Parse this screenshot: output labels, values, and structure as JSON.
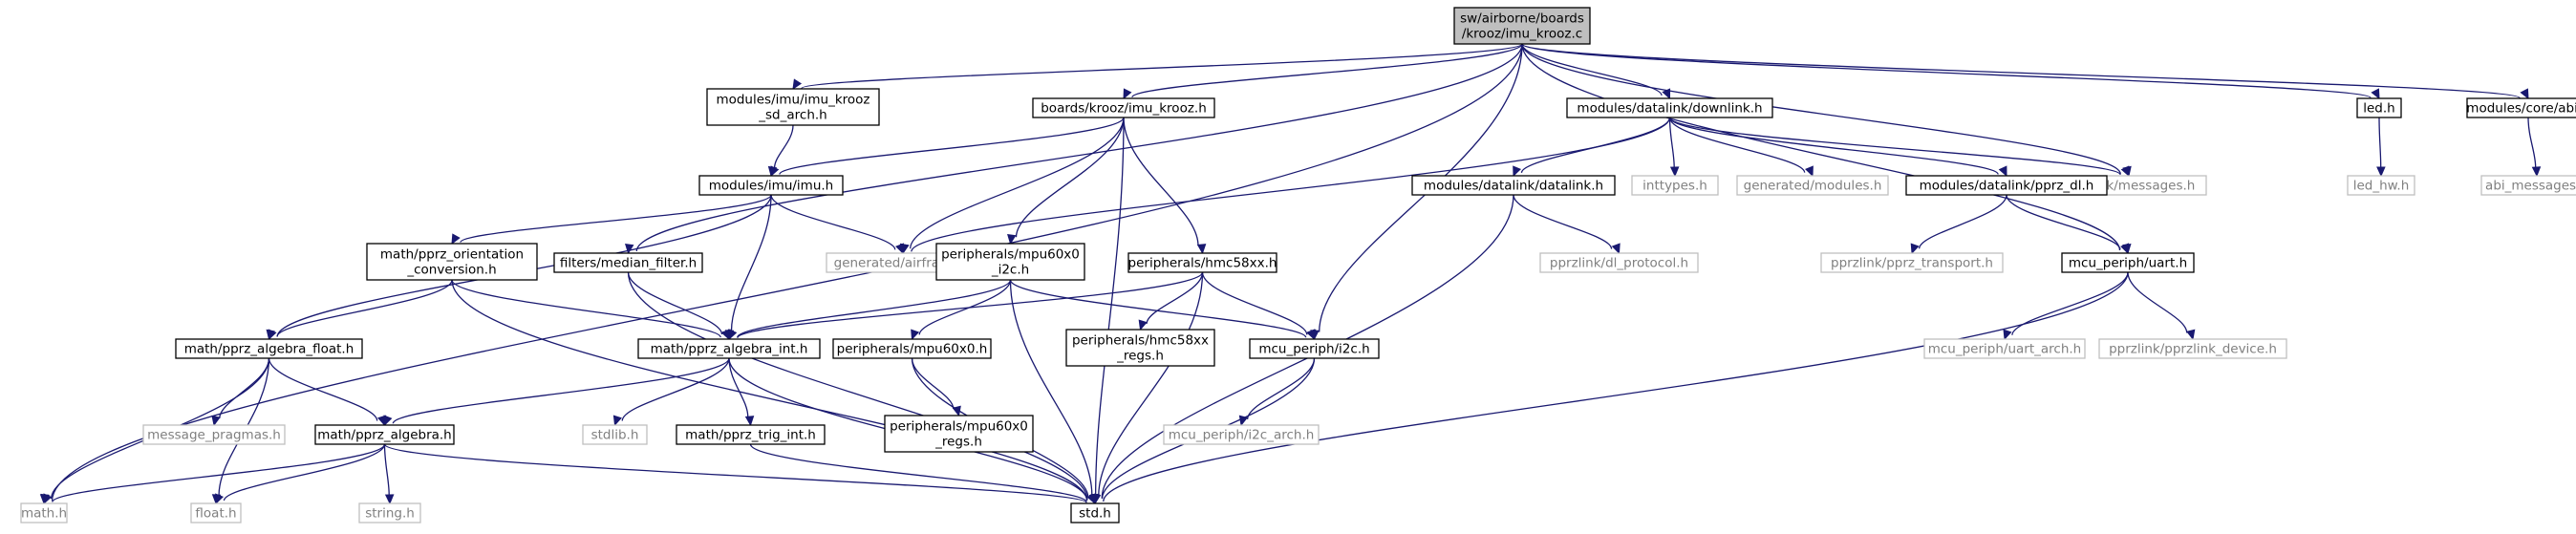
{
  "diagram": {
    "type": "include-dependency-graph",
    "colors": {
      "edge": "#191970",
      "root_fill": "#bfbfbf",
      "node_fill": "#ffffff",
      "node_border": "#000000",
      "missing_border": "#bfbfbf",
      "missing_text": "#808080",
      "text": "#000000"
    },
    "nodes": [
      {
        "id": "root",
        "lines": [
          "sw/airborne/boards",
          "/krooz/imu_krooz.c"
        ],
        "style": "root"
      },
      {
        "id": "math_h",
        "lines": [
          "math.h"
        ],
        "style": "missing"
      },
      {
        "id": "median_filter",
        "lines": [
          "filters/median_filter.h"
        ],
        "style": "normal"
      },
      {
        "id": "imu_krooz_sd_arch",
        "lines": [
          "modules/imu/imu_krooz",
          "_sd_arch.h"
        ],
        "style": "normal"
      },
      {
        "id": "boards_imu_krooz",
        "lines": [
          "boards/krooz/imu_krooz.h"
        ],
        "style": "normal"
      },
      {
        "id": "downlink",
        "lines": [
          "modules/datalink/downlink.h"
        ],
        "style": "normal"
      },
      {
        "id": "messages_h",
        "lines": [
          "pprzlink/messages.h"
        ],
        "style": "missing"
      },
      {
        "id": "mcu_uart",
        "lines": [
          "mcu_periph/uart.h"
        ],
        "style": "normal"
      },
      {
        "id": "led_h",
        "lines": [
          "led.h"
        ],
        "style": "normal"
      },
      {
        "id": "abi_h",
        "lines": [
          "modules/core/abi.h"
        ],
        "style": "normal"
      },
      {
        "id": "imu_h",
        "lines": [
          "modules/imu/imu.h"
        ],
        "style": "normal"
      },
      {
        "id": "generated_airframe",
        "lines": [
          "generated/airframe.h"
        ],
        "style": "missing"
      },
      {
        "id": "mpu60x0_i2c",
        "lines": [
          "peripherals/mpu60x0",
          "_i2c.h"
        ],
        "style": "normal"
      },
      {
        "id": "hmc58xx",
        "lines": [
          "peripherals/hmc58xx.h"
        ],
        "style": "normal"
      },
      {
        "id": "datalink_h",
        "lines": [
          "modules/datalink/datalink.h"
        ],
        "style": "normal"
      },
      {
        "id": "inttypes_h",
        "lines": [
          "inttypes.h"
        ],
        "style": "missing"
      },
      {
        "id": "generated_modules",
        "lines": [
          "generated/modules.h"
        ],
        "style": "missing"
      },
      {
        "id": "pprz_dl",
        "lines": [
          "modules/datalink/pprz_dl.h"
        ],
        "style": "normal"
      },
      {
        "id": "led_hw",
        "lines": [
          "led_hw.h"
        ],
        "style": "missing"
      },
      {
        "id": "abi_messages",
        "lines": [
          "abi_messages.h"
        ],
        "style": "missing"
      },
      {
        "id": "orientation_conv",
        "lines": [
          "math/pprz_orientation",
          "_conversion.h"
        ],
        "style": "normal"
      },
      {
        "id": "algebra_float",
        "lines": [
          "math/pprz_algebra_float.h"
        ],
        "style": "normal"
      },
      {
        "id": "algebra_int",
        "lines": [
          "math/pprz_algebra_int.h"
        ],
        "style": "normal"
      },
      {
        "id": "mcu_i2c",
        "lines": [
          "mcu_periph/i2c.h"
        ],
        "style": "normal"
      },
      {
        "id": "mpu60x0_h",
        "lines": [
          "peripherals/mpu60x0.h"
        ],
        "style": "normal"
      },
      {
        "id": "hmc58xx_regs",
        "lines": [
          "peripherals/hmc58xx",
          "_regs.h"
        ],
        "style": "normal"
      },
      {
        "id": "dl_protocol",
        "lines": [
          "pprzlink/dl_protocol.h"
        ],
        "style": "missing"
      },
      {
        "id": "pprz_transport",
        "lines": [
          "pprzlink/pprz_transport.h"
        ],
        "style": "missing"
      },
      {
        "id": "uart_arch",
        "lines": [
          "mcu_periph/uart_arch.h"
        ],
        "style": "missing"
      },
      {
        "id": "pprzlink_device",
        "lines": [
          "pprzlink/pprzlink_device.h"
        ],
        "style": "missing"
      },
      {
        "id": "message_pragmas",
        "lines": [
          "message_pragmas.h"
        ],
        "style": "missing"
      },
      {
        "id": "stdlib_h",
        "lines": [
          "stdlib.h"
        ],
        "style": "missing"
      },
      {
        "id": "trig_int",
        "lines": [
          "math/pprz_trig_int.h"
        ],
        "style": "normal"
      },
      {
        "id": "algebra_h",
        "lines": [
          "math/pprz_algebra.h"
        ],
        "style": "normal"
      },
      {
        "id": "mpu60x0_regs",
        "lines": [
          "peripherals/mpu60x0",
          "_regs.h"
        ],
        "style": "normal"
      },
      {
        "id": "i2c_arch",
        "lines": [
          "mcu_periph/i2c_arch.h"
        ],
        "style": "missing"
      },
      {
        "id": "float_h",
        "lines": [
          "float.h"
        ],
        "style": "missing"
      },
      {
        "id": "string_h",
        "lines": [
          "string.h"
        ],
        "style": "missing"
      },
      {
        "id": "std_h",
        "lines": [
          "std.h"
        ],
        "style": "normal"
      }
    ],
    "edges": [
      [
        "root",
        "math_h"
      ],
      [
        "root",
        "median_filter"
      ],
      [
        "root",
        "imu_krooz_sd_arch"
      ],
      [
        "root",
        "boards_imu_krooz"
      ],
      [
        "root",
        "downlink"
      ],
      [
        "root",
        "messages_h"
      ],
      [
        "root",
        "mcu_uart"
      ],
      [
        "root",
        "led_h"
      ],
      [
        "root",
        "abi_h"
      ],
      [
        "root",
        "mcu_i2c"
      ],
      [
        "imu_krooz_sd_arch",
        "imu_h"
      ],
      [
        "boards_imu_krooz",
        "imu_h"
      ],
      [
        "boards_imu_krooz",
        "generated_airframe"
      ],
      [
        "boards_imu_krooz",
        "mpu60x0_i2c"
      ],
      [
        "boards_imu_krooz",
        "hmc58xx"
      ],
      [
        "boards_imu_krooz",
        "std_h"
      ],
      [
        "downlink",
        "generated_airframe"
      ],
      [
        "downlink",
        "datalink_h"
      ],
      [
        "downlink",
        "inttypes_h"
      ],
      [
        "downlink",
        "generated_modules"
      ],
      [
        "downlink",
        "pprz_dl"
      ],
      [
        "downlink",
        "messages_h"
      ],
      [
        "led_h",
        "led_hw"
      ],
      [
        "abi_h",
        "abi_messages"
      ],
      [
        "imu_h",
        "generated_airframe"
      ],
      [
        "imu_h",
        "orientation_conv"
      ],
      [
        "imu_h",
        "algebra_float"
      ],
      [
        "imu_h",
        "algebra_int"
      ],
      [
        "median_filter",
        "algebra_int"
      ],
      [
        "median_filter",
        "std_h"
      ],
      [
        "orientation_conv",
        "algebra_float"
      ],
      [
        "orientation_conv",
        "algebra_int"
      ],
      [
        "orientation_conv",
        "std_h"
      ],
      [
        "mpu60x0_i2c",
        "algebra_int"
      ],
      [
        "mpu60x0_i2c",
        "mpu60x0_h"
      ],
      [
        "mpu60x0_i2c",
        "mcu_i2c"
      ],
      [
        "mpu60x0_i2c",
        "std_h"
      ],
      [
        "hmc58xx",
        "algebra_int"
      ],
      [
        "hmc58xx",
        "hmc58xx_regs"
      ],
      [
        "hmc58xx",
        "mcu_i2c"
      ],
      [
        "hmc58xx",
        "std_h"
      ],
      [
        "datalink_h",
        "dl_protocol"
      ],
      [
        "datalink_h",
        "std_h"
      ],
      [
        "pprz_dl",
        "pprz_transport"
      ],
      [
        "pprz_dl",
        "mcu_uart"
      ],
      [
        "mcu_uart",
        "uart_arch"
      ],
      [
        "mcu_uart",
        "pprzlink_device"
      ],
      [
        "mcu_uart",
        "std_h"
      ],
      [
        "algebra_float",
        "message_pragmas"
      ],
      [
        "algebra_float",
        "algebra_h"
      ],
      [
        "algebra_float",
        "math_h"
      ],
      [
        "algebra_float",
        "float_h"
      ],
      [
        "algebra_int",
        "algebra_h"
      ],
      [
        "algebra_int",
        "stdlib_h"
      ],
      [
        "algebra_int",
        "trig_int"
      ],
      [
        "algebra_int",
        "std_h"
      ],
      [
        "mcu_i2c",
        "i2c_arch"
      ],
      [
        "mcu_i2c",
        "std_h"
      ],
      [
        "mpu60x0_h",
        "mpu60x0_regs"
      ],
      [
        "mpu60x0_h",
        "std_h"
      ],
      [
        "trig_int",
        "std_h"
      ],
      [
        "algebra_h",
        "math_h"
      ],
      [
        "algebra_h",
        "float_h"
      ],
      [
        "algebra_h",
        "string_h"
      ],
      [
        "algebra_h",
        "std_h"
      ]
    ]
  }
}
